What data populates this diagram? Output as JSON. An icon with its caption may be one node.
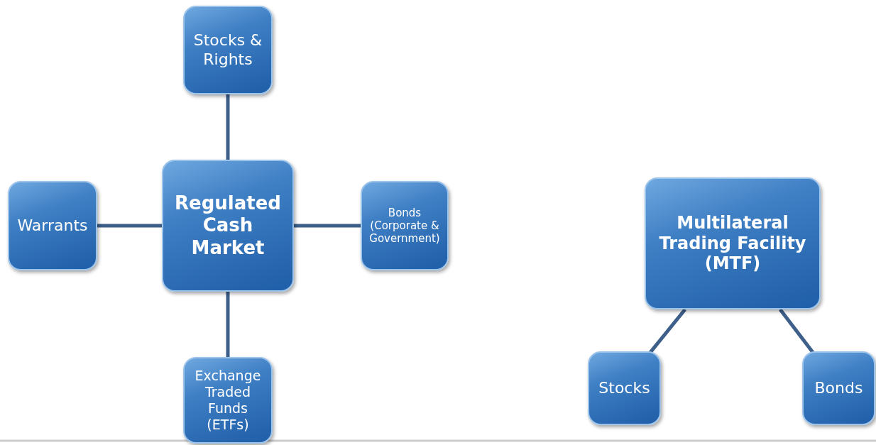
{
  "diagram": {
    "nodes": [
      {
        "text": [
          "Regulated Cash Market"
        ]
      },
      {
        "text": [
          "Stocks & Rights"
        ]
      },
      {
        "text": [
          "Warrants"
        ]
      },
      {
        "text": [
          "Bonds (Corporate & Government)"
        ]
      },
      {
        "text": [
          "Exchange Traded Funds (ETFs)"
        ]
      },
      {
        "text": [
          "Multilateral Trading Facility (MTF)"
        ]
      },
      {
        "text": [
          "Stocks"
        ]
      },
      {
        "text": [
          "Bonds"
        ]
      }
    ],
    "edges": [
      {
        "from": 0,
        "to": 1,
        "arrow": "none"
      },
      {
        "from": 0,
        "to": 2,
        "arrow": "none"
      },
      {
        "from": 0,
        "to": 3,
        "arrow": "none"
      },
      {
        "from": 0,
        "to": 4,
        "arrow": "none"
      },
      {
        "from": 5,
        "to": 6,
        "arrow": "none"
      },
      {
        "from": 5,
        "to": 7,
        "arrow": "none"
      }
    ]
  }
}
